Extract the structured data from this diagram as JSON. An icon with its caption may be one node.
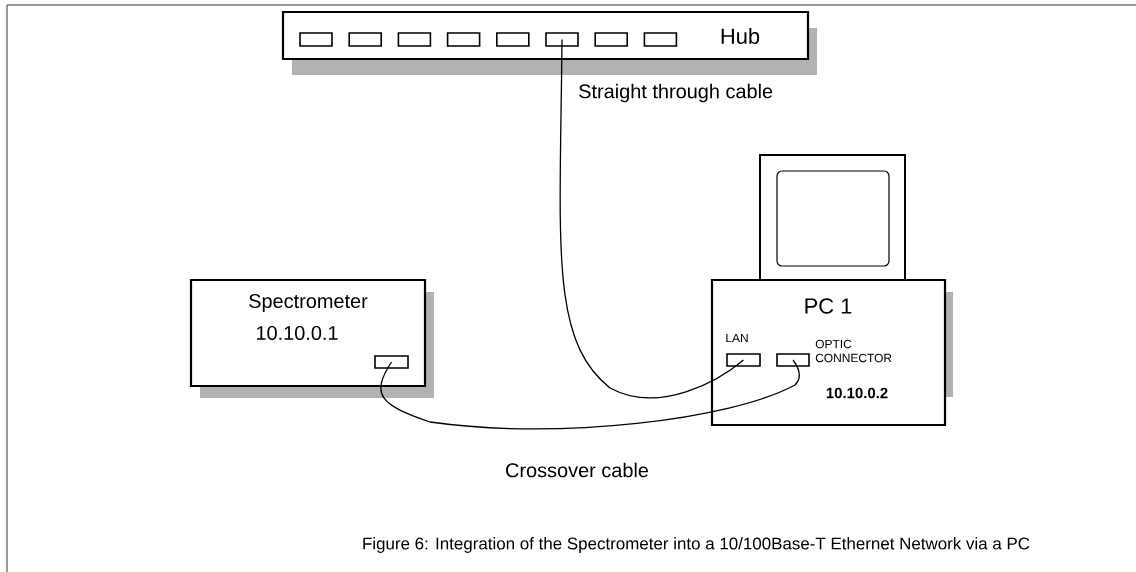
{
  "diagram": {
    "caption": "Figure 6: Integration of the Spectrometer into a 10/100Base-T Ethernet Network via a PC",
    "nodes": [
      {
        "text": [
          "Hub"
        ]
      },
      {
        "text": [],
        "shape": "box",
        "in": 0
      },
      {
        "text": [],
        "shape": "box",
        "in": 0
      },
      {
        "text": [],
        "shape": "box",
        "in": 0
      },
      {
        "text": [],
        "shape": "box",
        "in": 0
      },
      {
        "text": [],
        "shape": "box",
        "in": 0
      },
      {
        "text": [],
        "shape": "box",
        "in": 0
      },
      {
        "text": [],
        "shape": "box",
        "in": 0
      },
      {
        "text": [],
        "shape": "box",
        "in": 0
      },
      {
        "text": [
          "Spectrometer",
          "10.10.0.1"
        ]
      },
      {
        "text": [],
        "shape": "box",
        "in": 9
      },
      {
        "text": [
          "PC 1",
          "10.10.0.2"
        ]
      },
      {
        "text": [
          "LAN"
        ],
        "in": 11
      },
      {
        "text": [
          "OPTIC CONNECTOR"
        ],
        "in": 11
      }
    ],
    "edges": [
      {
        "from": 6,
        "to": 12,
        "arrow": "none",
        "label": "Straight through cable"
      },
      {
        "from": 10,
        "to": 13,
        "arrow": "none",
        "label": "Crossover cable"
      }
    ]
  }
}
